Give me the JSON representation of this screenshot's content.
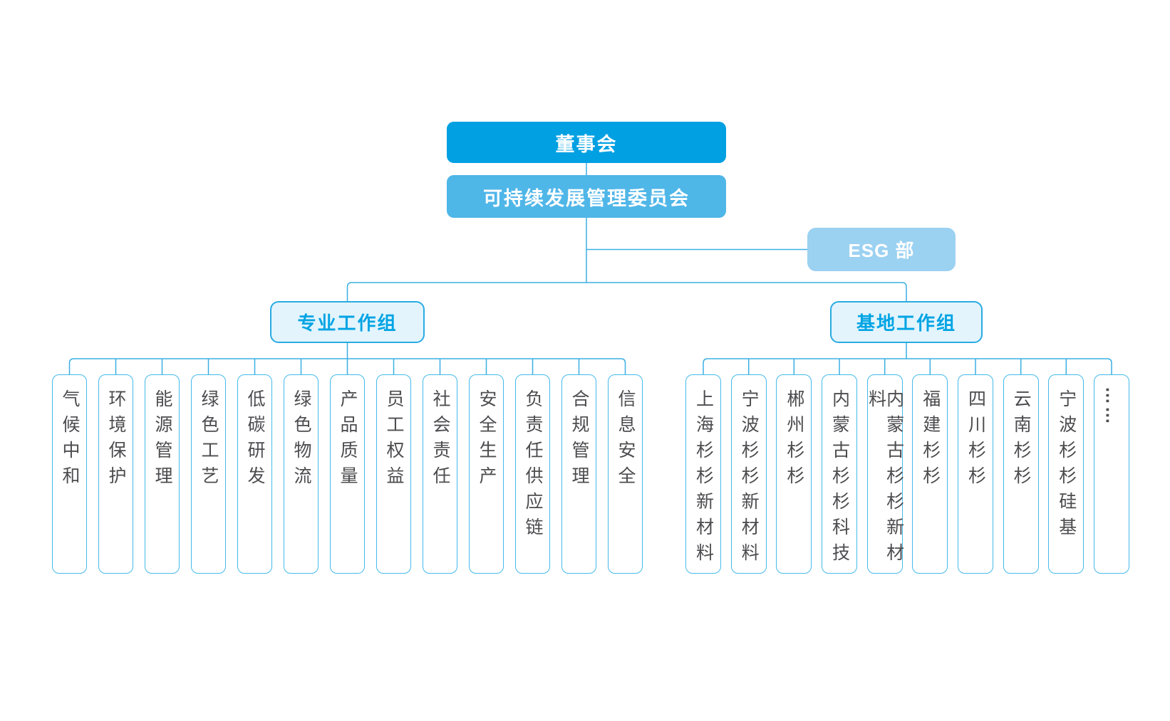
{
  "page": {
    "background": "#FFFFFF"
  },
  "colors": {
    "board_fill": "#00A0E2",
    "committee_fill": "#4FB6E8",
    "esg_fill": "#9BD1F1",
    "group_fill": "#E3F4FC",
    "group_border": "#29ABE2",
    "group_text": "#00A4E4",
    "leaf_border": "#45BAEB",
    "leaf_text": "#4C4C4F",
    "line": "#3BAFE3",
    "box_text": "#FFFFFF"
  },
  "chart": {
    "root": {
      "label": "董事会"
    },
    "committee": {
      "label": "可持续发展管理委员会"
    },
    "esg": {
      "label": "ESG 部"
    },
    "groups": [
      {
        "label": "专业工作组",
        "children": [
          "气候中和",
          "环境保护",
          "能源管理",
          "绿色工艺",
          "低碳研发",
          "绿色物流",
          "产品质量",
          "员工权益",
          "社会责任",
          "安全生产",
          "负责任供应链",
          "合规管理",
          "信息安全"
        ]
      },
      {
        "label": "基地工作组",
        "children": [
          "上海杉杉新材料",
          "宁波杉杉新材料",
          "郴州杉杉",
          "内蒙古杉杉科技",
          "内蒙古杉杉新材料",
          "福建杉杉",
          "四川杉杉",
          "云南杉杉",
          "宁波杉杉硅基",
          "……"
        ]
      }
    ]
  }
}
